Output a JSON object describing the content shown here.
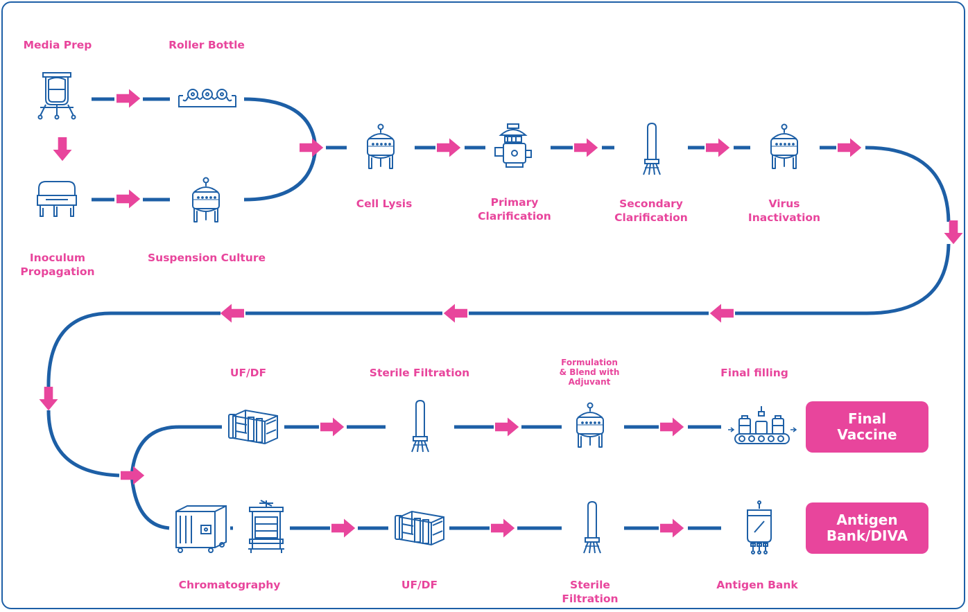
{
  "colors": {
    "accent": "#e8459c",
    "line": "#1d5fa6"
  },
  "labels": {
    "media_prep": "Media Prep",
    "roller_bottle": "Roller Bottle",
    "inoculum": "Inoculum\nPropagation",
    "suspension": "Suspension Culture",
    "cell_lysis": "Cell Lysis",
    "primary": "Primary\nClarification",
    "secondary": "Secondary\nClarification",
    "virus": "Virus\nInactivation",
    "ufdf_top": "UF/DF",
    "sterile_top": "Sterile Filtration",
    "formulation": "Formulation\n& Blend with\nAdjuvant",
    "final_filling": "Final filling",
    "chromatography": "Chromatography",
    "ufdf_bottom": "UF/DF",
    "sterile_bottom": "Sterile\nFiltration",
    "antigen_bank": "Antigen Bank"
  },
  "outputs": {
    "final_vaccine": "Final\nVaccine",
    "antigen_bank_diva": "Antigen\nBank/DIVA"
  },
  "icons": {
    "media_prep": "media-prep-vessel-icon",
    "roller_bottle": "roller-bottle-icon",
    "inoculum": "inoculum-tank-icon",
    "suspension": "bioreactor-icon",
    "cell_lysis": "lysis-tank-icon",
    "primary": "centrifuge-icon",
    "secondary": "filter-cartridge-icon",
    "virus": "inactivation-tank-icon",
    "ufdf_top": "tff-cassette-icon",
    "sterile_top": "sterile-filter-icon",
    "formulation": "formulation-tank-icon",
    "final_filling": "filling-line-icon",
    "chromatography_skid": "chromatography-skid-icon",
    "chromatography_column": "chromatography-column-icon",
    "ufdf_bottom": "tff-cassette-icon",
    "sterile_bottom": "sterile-filter-icon",
    "antigen_bank": "antigen-bag-icon"
  }
}
